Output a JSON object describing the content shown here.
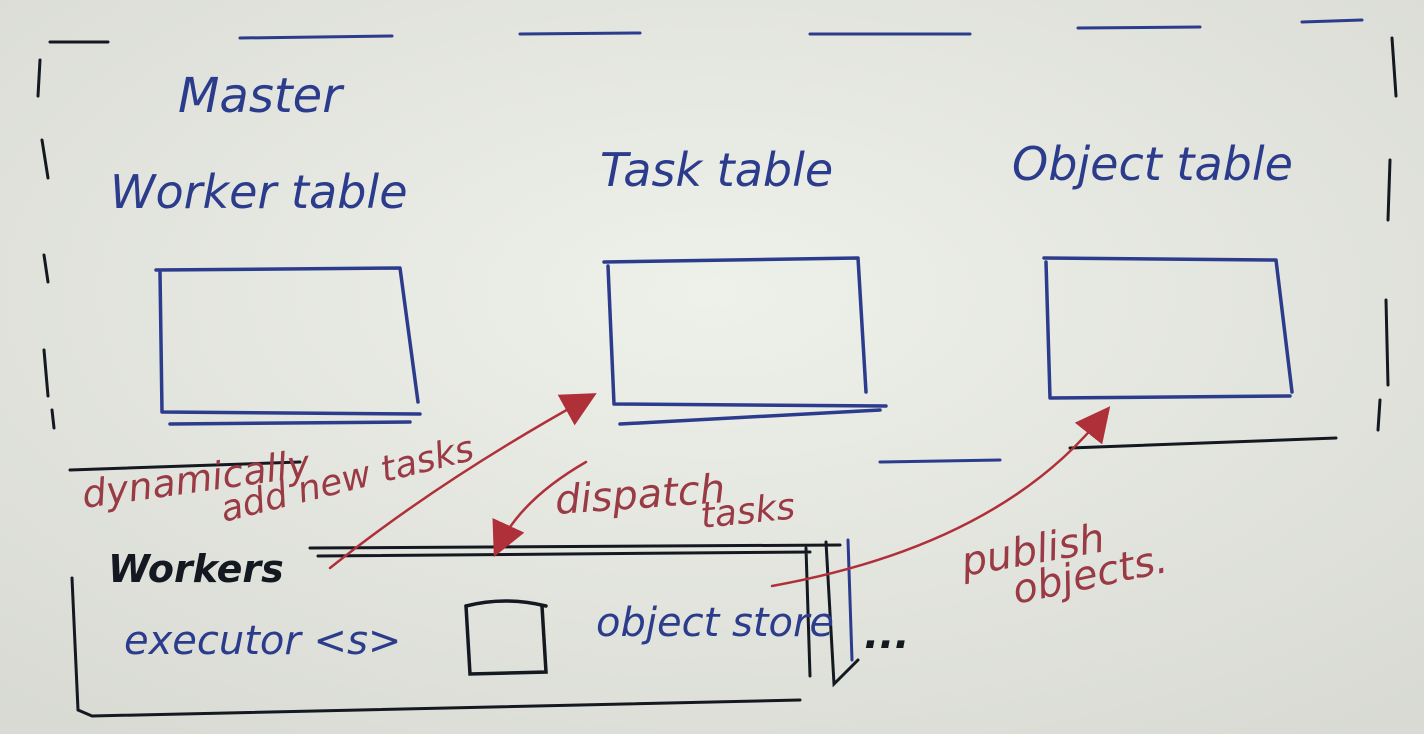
{
  "master": {
    "title": "Master",
    "tables": [
      {
        "label": "Worker table"
      },
      {
        "label": "Task table"
      },
      {
        "label": "Object table"
      }
    ]
  },
  "workers": {
    "label": "Workers",
    "executor": "executor <s>",
    "store": "object store",
    "ellipsis": "..."
  },
  "arrows": [
    {
      "label_line1": "dynamically",
      "label_line2": "add new tasks"
    },
    {
      "label_line1": "dispatch",
      "label_line2": "tasks"
    },
    {
      "label_line1": "publish",
      "label_line2": "objects."
    }
  ],
  "colors": {
    "paper": "#e6e8e2",
    "ink_blue": "#2c3c8c",
    "ink_black": "#141820",
    "ink_red": "#9a3a45"
  }
}
